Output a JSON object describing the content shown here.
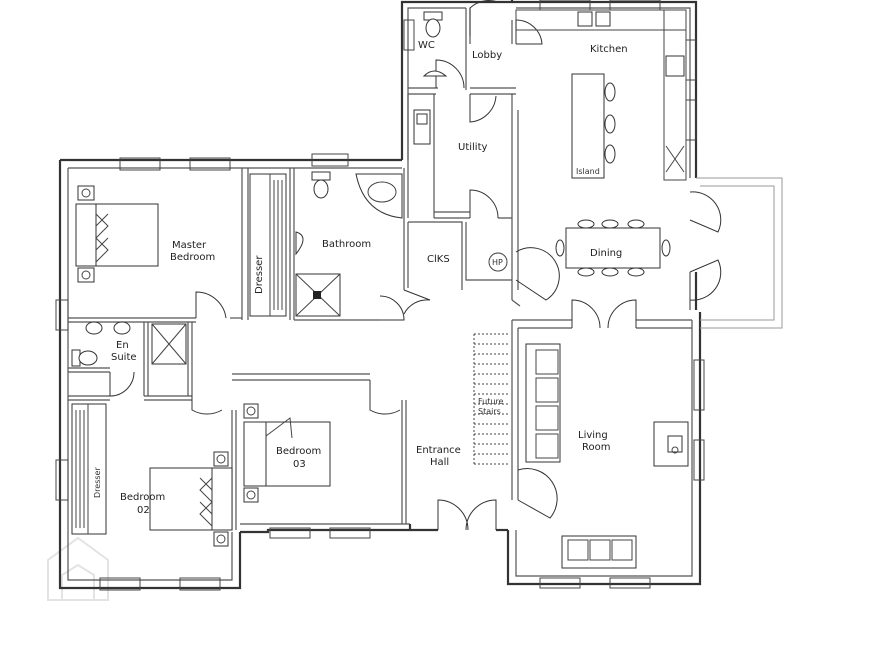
{
  "rooms": {
    "wc": "WC",
    "lobby": "Lobby",
    "kitchen": "Kitchen",
    "utility": "Utility",
    "island": "Island",
    "master_1": "Master",
    "master_2": "Bedroom",
    "dresser": "Dresser",
    "bathroom": "Bathroom",
    "clks": "ClKS",
    "hp": "HP",
    "dining": "Dining",
    "en_1": "En",
    "en_2": "Suite",
    "future_1": "Future",
    "future_2": "Stairs",
    "bedroom03_1": "Bedroom",
    "bedroom03_2": "03",
    "entrance_1": "Entrance",
    "entrance_2": "Hall",
    "living_1": "Living",
    "living_2": "Room",
    "bedroom02_1": "Bedroom",
    "bedroom02_2": "02",
    "dresser2": "Dresser"
  },
  "colors": {
    "line": "#333333",
    "terrace": "#999999",
    "background": "#ffffff"
  }
}
